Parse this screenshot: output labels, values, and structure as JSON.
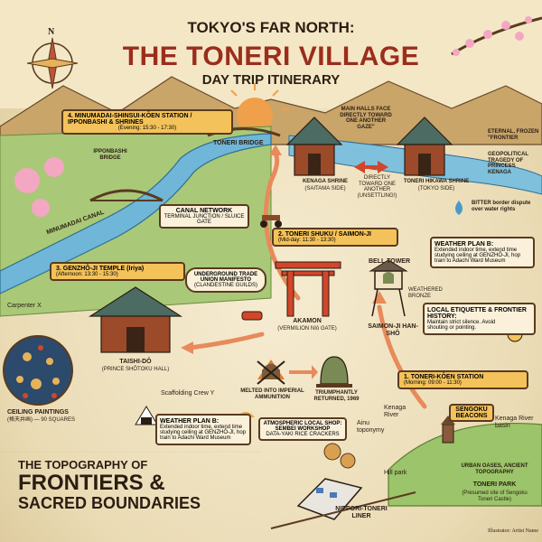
{
  "header": {
    "kicker": "TOKYO'S FAR NORTH:",
    "title": "THE TONERI VILLAGE",
    "subtitle": "DAY TRIP ITINERARY"
  },
  "stops": {
    "stop4": {
      "title": "4. MINUMADAI-SHINSUI-KŌEN STATION / IPPONBASHI & SHRINES",
      "time": "(Evening: 15:30 - 17:30)"
    },
    "stop3": {
      "title": "3. GENZHŌ-JI TEMPLE (Iriya)",
      "time": "(Afternoon: 13:30 - 15:30)"
    },
    "stop2": {
      "title": "2. TONERI SHUKU / SAIMON-JI",
      "time": "(Mid-day: 11:30 - 13:30)"
    },
    "stop1": {
      "title": "1. TONERI-KŌEN STATION",
      "time": "(Morning: 09:00 - 11:30)"
    }
  },
  "labels": {
    "ipponbashi_bridge": "IPPONBASHI BRIDGE",
    "minumadai_canal": "MINUMADAI CANAL",
    "toneri_bridge": "TONERI BRIDGE",
    "kenaga_shrine": "KENAGA SHRINE",
    "kenaga_shrine_sub": "(SAITAMA SIDE)",
    "toneri_hikawa_shrine": "TONERI HIKAWA SHRINE",
    "toneri_hikawa_sub": "(TOKYO SIDE)",
    "main_halls_note": "MAIN HALLS FACE DIRECTLY TOWARD ONE ANOTHER GAZE\"",
    "directly_toward_note": "DIRECTLY TOWARD ONE ANOTHER (UNSETTLING!)",
    "eternal_frontier": "ETERNAL, FROZEN \"FRONTIER",
    "geopolitical_tragedy": "GEOPOLITICAL TRAGEDY OF PRINCESS KENAGA",
    "bitter_dispute": "BITTER border dispute over water rights",
    "canal_network_title": "CANAL NETWORK",
    "canal_network_sub": "TERMINAL JUNCTION / SLUICE GATE",
    "union_title": "UNDERGROUND TRADE UNION MANIFESTO",
    "union_sub": "(CLANDESTINE GUILDS)",
    "carpenter_x": "Carpenter X",
    "taishi_do": "TAISHI-DŌ",
    "taishi_do_sub": "(PRINCE SHŌTOKU HALL)",
    "scaffolding_crew": "Scaffolding Crew Y",
    "ceiling_paintings": "CEILING PAINTINGS",
    "ceiling_paintings_sub": "(格天井画) — 90 SQUARES",
    "akamon": "AKAMON",
    "akamon_sub": "(VERMILION NIō GATE)",
    "bell_tower": "BELL TOWER",
    "weathered_bronze": "WEATHERED BRONZE",
    "saimon_ji": "SAIMON-JI HAN-SHŌ",
    "melted_into": "MELTED INTO IMPERIAL AMMUNITION",
    "triumphantly_returned": "TRIUMPHANTLY RETURNED, 1969",
    "local_shop_title": "ATMOSPHERIC LOCAL SHOP:",
    "local_shop_name": "SEMBEI WORKSHOP",
    "local_shop_sub": "DATA-YAKI RICE CRACKERS",
    "ainu_toponymy": "Ainu toponymy",
    "kenaga_river": "Kenaga River",
    "kenaga_river_basin": "Kenaga River basin",
    "hill_park": "Hill park",
    "sengoku_beacons": "SENGOKU BEACONS",
    "urban_oases": "URBAN OASES, ANCIENT TOPOGRAPHY",
    "toneri_park": "TONERI PARK",
    "toneri_park_sub": "(Presumed site of Sengoku Toneri Castle)",
    "liner": "NIPPORI-TONERI LINER",
    "compass_n": "N"
  },
  "weather_plan_right": {
    "title": "WEATHER PLAN B:",
    "body": "Extended indoor time, extend time studying ceiling at GENZHŌ-JI, hop train to Adachi Ward Museum"
  },
  "weather_plan_left": {
    "title": "WEATHER PLAN B:",
    "body": "Extended indoor time, extend time studying ceiling at GENZHŌ-JI, hop train to Adachi Ward Museum"
  },
  "etiquette": {
    "title": "LOCAL ETIQUETTE & FRONTIER HISTORY:",
    "body": "Maintain strict silence. Avoid shouting or pointing."
  },
  "footer": {
    "line1": "THE TOPOGRAPHY OF",
    "line2": "FRONTIERS &",
    "line3": "SACRED BOUNDARIES",
    "credit": "Illustrator: Artist Name"
  },
  "colors": {
    "parchment": "#efe3c4",
    "ink": "#2a1d12",
    "vermilion": "#d2462a",
    "canal": "#6fb6d8",
    "grass": "#9cc46a",
    "path": "#e88a5a",
    "gold": "#f3c25a"
  },
  "icons": [
    "compass-rose-icon",
    "cherry-blossom-icon",
    "torii-gate-icon",
    "bell-icon",
    "umbrella-icon",
    "water-drop-icon",
    "train-icon",
    "scooter-icon",
    "onigiri-icon",
    "silence-face-icon"
  ]
}
